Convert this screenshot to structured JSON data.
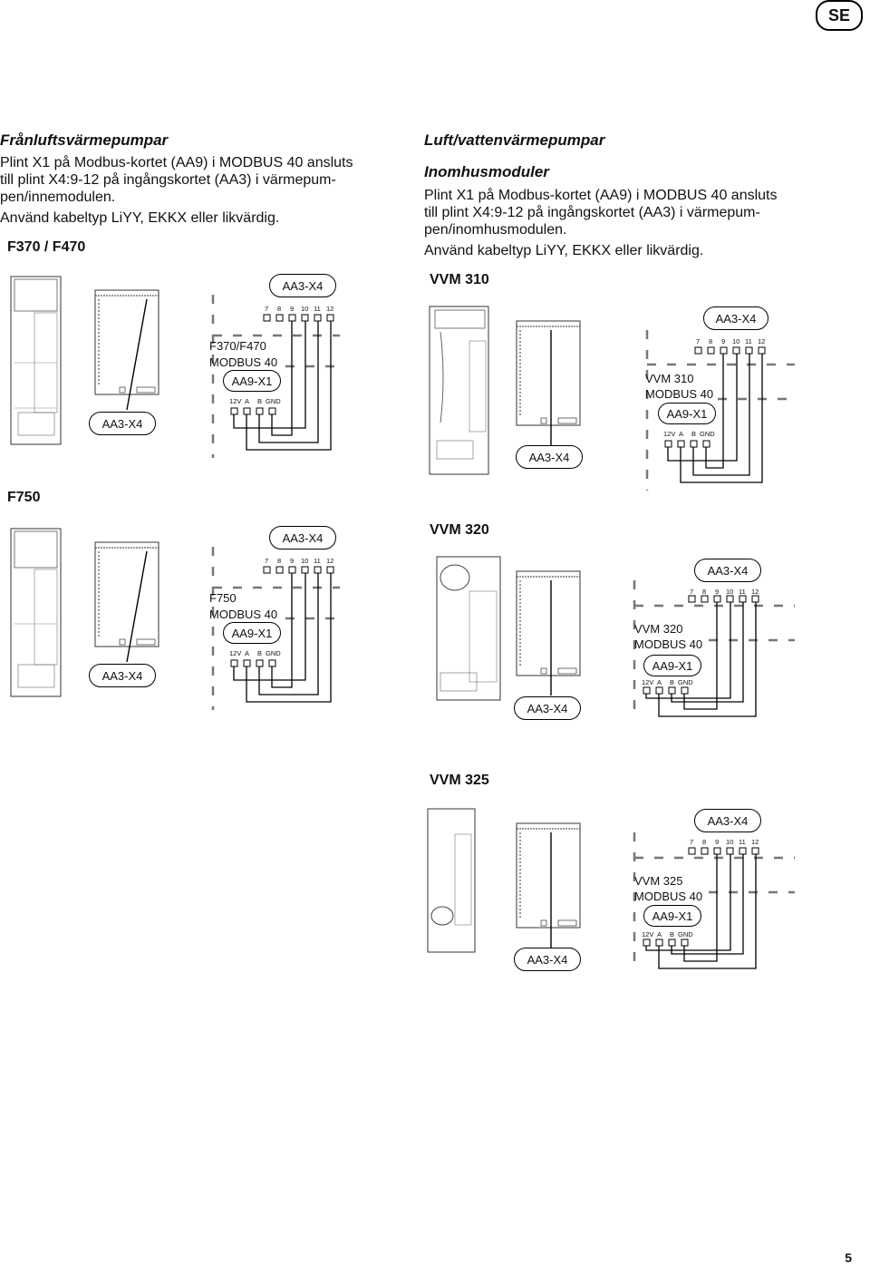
{
  "badge": "SE",
  "left": {
    "heading": "Frånluftsvärmepumpar",
    "lines": [
      "Plint X1 på Modbus-kortet (AA9) i MODBUS 40 ansluts",
      "till plint X4:9-12 på ingångskortet (AA3) i värmepum-",
      "pen/innemodulen.",
      "Använd kabeltyp LiYY, EKKX eller likvärdig."
    ],
    "section1": "F370 / F470",
    "section2": "F750"
  },
  "right": {
    "heading": "Luft/vattenvärmepumpar",
    "subheading": "Inomhusmoduler",
    "lines": [
      "Plint X1 på Modbus-kortet (AA9) i MODBUS 40 ansluts",
      "till plint X4:9-12 på ingångskortet (AA3) i värmepum-",
      "pen/inomhusmodulen.",
      "Använd kabeltyp LiYY, EKKX eller likvärdig."
    ],
    "models": [
      "VVM 310",
      "VVM 320",
      "VVM 325"
    ]
  },
  "diagrams": {
    "f370": {
      "unit": "F370/F470",
      "modbus": "MODBUS 40"
    },
    "f750": {
      "unit": "F750",
      "modbus": "MODBUS 40"
    },
    "vvm310": {
      "unit": "VVM 310",
      "modbus": "MODBUS 40"
    },
    "vvm320": {
      "unit": "VVM 320",
      "modbus": "MODBUS 40"
    },
    "vvm325": {
      "unit": "VVM 325",
      "modbus": "MODBUS 40"
    }
  },
  "labels": {
    "aa3x4": "AA3-X4",
    "aa9x1": "AA9-X1",
    "terminals_x4": [
      "7",
      "8",
      "9",
      "10",
      "11",
      "12"
    ],
    "terminals_x1": [
      "12V",
      "A",
      "B",
      "GND"
    ]
  },
  "page_number": "5"
}
